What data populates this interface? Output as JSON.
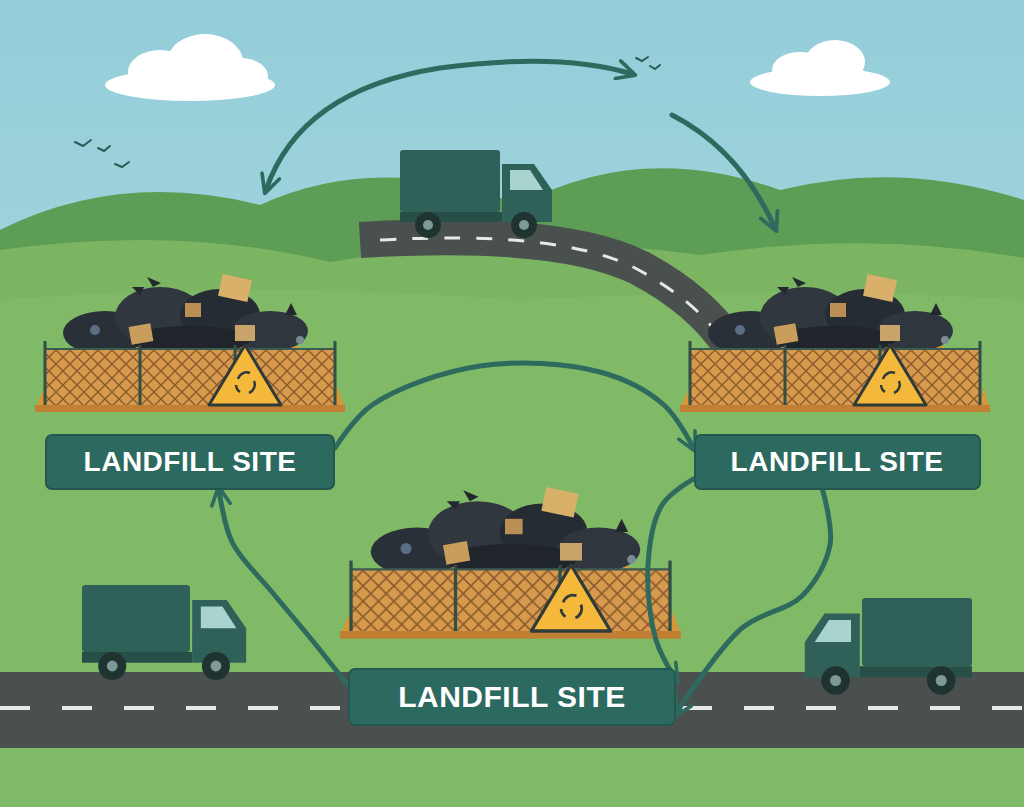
{
  "diagram": {
    "nodes": [
      {
        "text": [
          "LANDFILL SITE"
        ]
      },
      {
        "text": [
          "LANDFILL SITE"
        ]
      },
      {
        "text": [
          "LANDFILL SITE"
        ]
      }
    ],
    "edges": [
      {
        "from": 0,
        "to": 1,
        "arrow": "to"
      },
      {
        "from": 1,
        "to": 2,
        "arrow": "to"
      },
      {
        "from": 1,
        "to": 2,
        "arrow": "to"
      },
      {
        "from": 2,
        "to": 0,
        "arrow": "to"
      }
    ]
  }
}
